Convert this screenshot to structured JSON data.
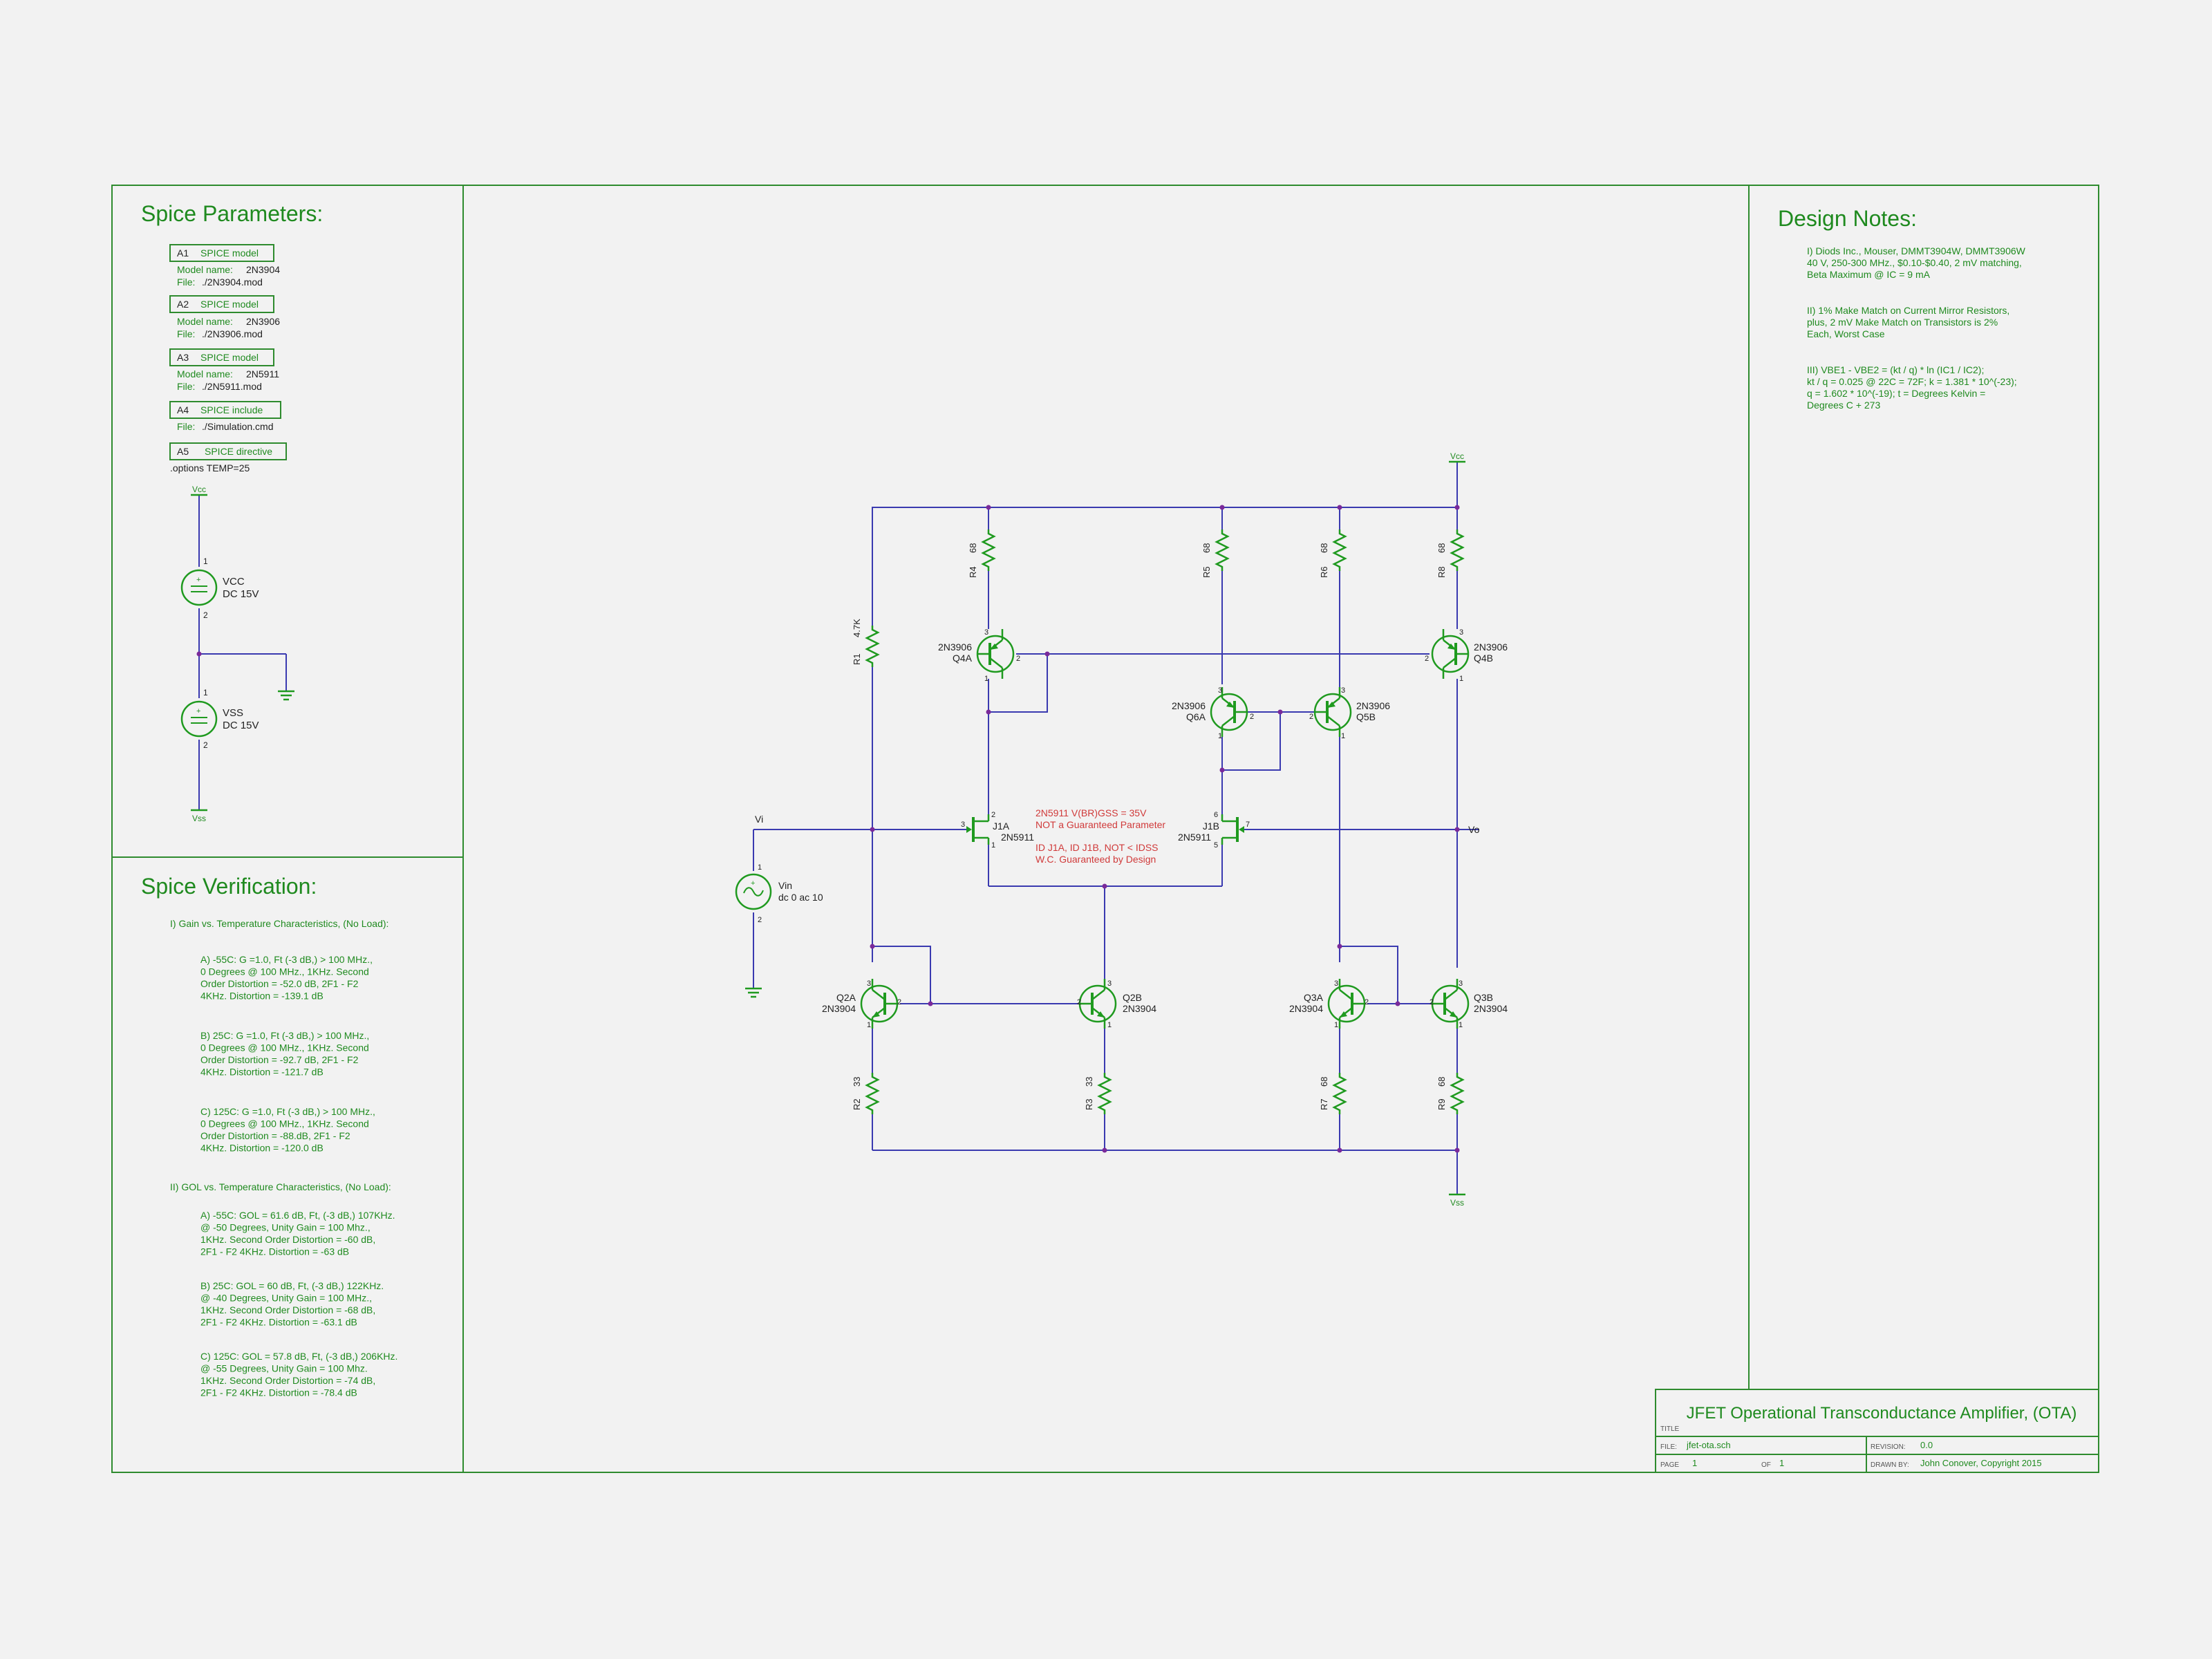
{
  "colors": {
    "background": "#f2f2f2",
    "border": "#2e8b2e",
    "text": "#1f8a1f",
    "wire": "#3a3ab0",
    "symbol": "#1f9a1f",
    "junction": "#7a2a9a",
    "note": "#d03a3a",
    "dark": "#222222"
  },
  "spice_params": {
    "title": "Spice Parameters:",
    "models": [
      {
        "ref": "A1",
        "kind": "SPICE model",
        "label1": "Model name:",
        "value1": "2N3904",
        "label2": "File:",
        "value2": "./2N3904.mod"
      },
      {
        "ref": "A2",
        "kind": "SPICE model",
        "label1": "Model name:",
        "value1": "2N3906",
        "label2": "File:",
        "value2": "./2N3906.mod"
      },
      {
        "ref": "A3",
        "kind": "SPICE model",
        "label1": "Model name:",
        "value1": "2N5911",
        "label2": "File:",
        "value2": "./2N5911.mod"
      },
      {
        "ref": "A4",
        "kind": "SPICE include",
        "label1": "File:",
        "value1": "./Simulation.cmd"
      },
      {
        "ref": "A5",
        "kind": "SPICE directive",
        "text": ".options TEMP=25"
      }
    ]
  },
  "supplies": {
    "vcc_top": "Vcc",
    "vcc_name": "VCC",
    "vcc_value": "DC 15V",
    "vss_name": "VSS",
    "vss_value": "DC 15V",
    "vss_bottom": "Vss",
    "pin1": "1",
    "pin2": "2",
    "plus": "+"
  },
  "spice_verification": {
    "title": "Spice Verification:",
    "section1": "I) Gain vs. Temperature Characteristics, (No Load):",
    "group1": [
      [
        "A) -55C: G =1.0, Ft (-3 dB,) > 100 MHz.,",
        "0 Degrees @ 100 MHz., 1KHz. Second",
        "Order Distortion = -52.0 dB, 2F1 -  F2",
        "4KHz. Distortion = -139.1 dB"
      ],
      [
        "B) 25C: G =1.0, Ft (-3 dB,) > 100 MHz.,",
        "0 Degrees @ 100 MHz., 1KHz. Second",
        "Order Distortion = -92.7 dB, 2F1 - F2",
        "4KHz. Distortion = -121.7 dB"
      ],
      [
        "C) 125C: G =1.0, Ft (-3 dB,) > 100 MHz.,",
        "0 Degrees @ 100 MHz., 1KHz. Second",
        "Order Distortion = -88.dB, 2F1 - F2",
        "4KHz. Distortion = -120.0 dB"
      ]
    ],
    "section2": "II) GOL vs. Temperature Characteristics, (No Load):",
    "group2": [
      [
        "A) -55C: GOL = 61.6 dB, Ft, (-3 dB,) 107KHz.",
        "@ -50 Degrees, Unity Gain = 100 Mhz.,",
        "1KHz. Second Order Distortion = -60 dB,",
        "2F1 - F2 4KHz. Distortion = -63 dB"
      ],
      [
        "B) 25C: GOL = 60 dB, Ft, (-3 dB,) 122KHz.",
        "@ -40 Degrees, Unity Gain = 100 MHz.,",
        "1KHz. Second Order Distortion = -68 dB,",
        "2F1 - F2 4KHz. Distortion = -63.1 dB"
      ],
      [
        "C) 125C: GOL = 57.8 dB, Ft, (-3 dB,) 206KHz.",
        "@ -55 Degrees, Unity Gain = 100 Mhz.",
        "1KHz. Second Order Distortion = -74 dB,",
        "2F1 - F2 4KHz. Distortion = -78.4 dB"
      ]
    ]
  },
  "design_notes": {
    "title": "Design Notes:",
    "notes": [
      [
        "I) Diods Inc., Mouser, DMMT3904W, DMMT3906W",
        "40 V, 250-300 MHz., $0.10-$0.40, 2 mV matching,",
        "Beta Maximum @ IC = 9 mA"
      ],
      [
        "II) 1% Make Match on Current Mirror Resistors,",
        "plus, 2 mV Make Match on Transistors is 2%",
        "Each, Worst Case"
      ],
      [
        "III) VBE1 - VBE2 = (kt / q) * ln (IC1 / IC2);",
        "kt / q = 0.025 @ 22C = 72F; k = 1.381 * 10^(-23);",
        "q = 1.602 * 10^(-19); t = Degrees Kelvin =",
        "Degrees C + 273"
      ]
    ]
  },
  "schematic": {
    "rails": {
      "vcc": "Vcc",
      "vss": "Vss"
    },
    "nets": {
      "vi": "Vi",
      "vo": "Vo"
    },
    "resistors": [
      {
        "id": "R1",
        "value": "4.7K"
      },
      {
        "id": "R4",
        "value": "68"
      },
      {
        "id": "R5",
        "value": "68"
      },
      {
        "id": "R6",
        "value": "68"
      },
      {
        "id": "R8",
        "value": "68"
      },
      {
        "id": "R2",
        "value": "33"
      },
      {
        "id": "R3",
        "value": "33"
      },
      {
        "id": "R7",
        "value": "68"
      },
      {
        "id": "R9",
        "value": "68"
      }
    ],
    "transistors": [
      {
        "id": "Q4A",
        "part": "2N3906"
      },
      {
        "id": "Q4B",
        "part": "2N3906"
      },
      {
        "id": "Q6A",
        "part": "2N3906"
      },
      {
        "id": "Q5B",
        "part": "2N3906"
      },
      {
        "id": "Q2A",
        "part": "2N3904"
      },
      {
        "id": "Q2B",
        "part": "2N3904"
      },
      {
        "id": "Q3A",
        "part": "2N3904"
      },
      {
        "id": "Q3B",
        "part": "2N3904"
      }
    ],
    "jfets": [
      {
        "id": "J1A",
        "part": "2N5911"
      },
      {
        "id": "J1B",
        "part": "2N5911"
      }
    ],
    "pins": {
      "p1": "1",
      "p2": "2",
      "p3": "3",
      "p5": "5",
      "p6": "6",
      "p7": "7"
    },
    "source": {
      "id": "Vin",
      "value": "dc 0 ac 10",
      "plus": "+"
    },
    "notes_red": [
      "2N5911 V(BR)GSS = 35V",
      "NOT a Guaranteed Parameter",
      "ID J1A, ID J1B, NOT < IDSS",
      "W.C. Guaranteed by Design"
    ]
  },
  "title_block": {
    "title": "JFET Operational Transconductance Amplifier, (OTA)",
    "title_label": "TITLE",
    "file_label": "FILE:",
    "file": "jfet-ota.sch",
    "revision_label": "REVISION:",
    "revision": "0.0",
    "page_label": "PAGE",
    "page": "1",
    "of_label": "OF",
    "of": "1",
    "drawn_label": "DRAWN BY:",
    "drawn_by": "John Conover, Copyright 2015"
  }
}
